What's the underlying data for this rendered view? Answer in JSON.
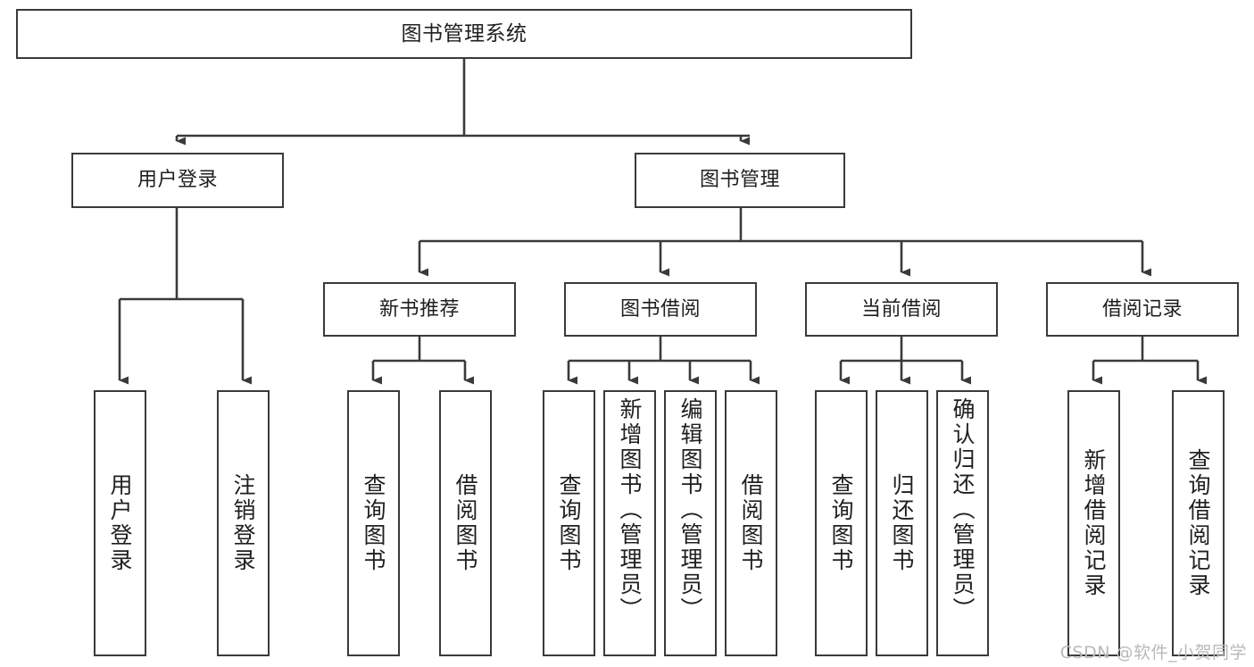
{
  "diagram": {
    "title": "图书管理系统",
    "type": "hierarchy-tree",
    "edge_color": "#3a3a3a",
    "box_border_color": "#3a3a3a",
    "box_fill_color": "#ffffff",
    "background_color": "#ffffff",
    "watermark": "CSDN @软件_小贺同学",
    "levels": [
      {
        "level": 1,
        "nodes": [
          {
            "id": "root",
            "label": "图书管理系统",
            "orientation": "horizontal"
          }
        ]
      },
      {
        "level": 2,
        "nodes": [
          {
            "id": "user-login",
            "label": "用户登录",
            "orientation": "horizontal",
            "parent": "root"
          },
          {
            "id": "book-manage",
            "label": "图书管理",
            "orientation": "horizontal",
            "parent": "root"
          }
        ]
      },
      {
        "level": 3,
        "nodes": [
          {
            "id": "new-book-rec",
            "label": "新书推荐",
            "orientation": "horizontal",
            "parent": "book-manage"
          },
          {
            "id": "book-borrow",
            "label": "图书借阅",
            "orientation": "horizontal",
            "parent": "book-manage"
          },
          {
            "id": "current-borrow",
            "label": "当前借阅",
            "orientation": "horizontal",
            "parent": "book-manage"
          },
          {
            "id": "borrow-record",
            "label": "借阅记录",
            "orientation": "horizontal",
            "parent": "book-manage"
          }
        ]
      },
      {
        "level": 4,
        "nodes": [
          {
            "id": "leaf-user-login",
            "label": "用户登录",
            "orientation": "vertical",
            "parent": "user-login"
          },
          {
            "id": "leaf-logout",
            "label": "注销登录",
            "orientation": "vertical",
            "parent": "user-login"
          },
          {
            "id": "leaf-query-book-1",
            "label": "查询图书",
            "orientation": "vertical",
            "parent": "new-book-rec"
          },
          {
            "id": "leaf-borrow-book-1",
            "label": "借阅图书",
            "orientation": "vertical",
            "parent": "new-book-rec"
          },
          {
            "id": "leaf-query-book-2",
            "label": "查询图书",
            "orientation": "vertical",
            "parent": "book-borrow"
          },
          {
            "id": "leaf-add-book",
            "label": "新增图书（管理员）",
            "orientation": "vertical",
            "parent": "book-borrow"
          },
          {
            "id": "leaf-edit-book",
            "label": "编辑图书（管理员）",
            "orientation": "vertical",
            "parent": "book-borrow"
          },
          {
            "id": "leaf-borrow-book-2",
            "label": "借阅图书",
            "orientation": "vertical",
            "parent": "book-borrow"
          },
          {
            "id": "leaf-query-book-3",
            "label": "查询图书",
            "orientation": "vertical",
            "parent": "current-borrow"
          },
          {
            "id": "leaf-return-book",
            "label": "归还图书",
            "orientation": "vertical",
            "parent": "current-borrow"
          },
          {
            "id": "leaf-confirm-return",
            "label": "确认归还（管理员）",
            "orientation": "vertical",
            "parent": "current-borrow"
          },
          {
            "id": "leaf-add-record",
            "label": "新增借阅记录",
            "orientation": "vertical",
            "parent": "borrow-record"
          },
          {
            "id": "leaf-query-record",
            "label": "查询借阅记录",
            "orientation": "vertical",
            "parent": "borrow-record"
          }
        ]
      }
    ],
    "node_labels": {
      "root": "图书管理系统",
      "user_login": "用户登录",
      "book_manage": "图书管理",
      "new_book_rec": "新书推荐",
      "book_borrow": "图书借阅",
      "current_borrow": "当前借阅",
      "borrow_record": "借阅记录",
      "leaf_user_login": "用户登录",
      "leaf_logout": "注销登录",
      "leaf_query_book_1": "查询图书",
      "leaf_borrow_book_1": "借阅图书",
      "leaf_query_book_2": "查询图书",
      "leaf_add_book": "新增图书（管理员）",
      "leaf_edit_book": "编辑图书（管理员）",
      "leaf_borrow_book_2": "借阅图书",
      "leaf_query_book_3": "查询图书",
      "leaf_return_book": "归还图书",
      "leaf_confirm_return": "确认归还（管理员）",
      "leaf_add_record": "新增借阅记录",
      "leaf_query_record": "查询借阅记录"
    }
  }
}
